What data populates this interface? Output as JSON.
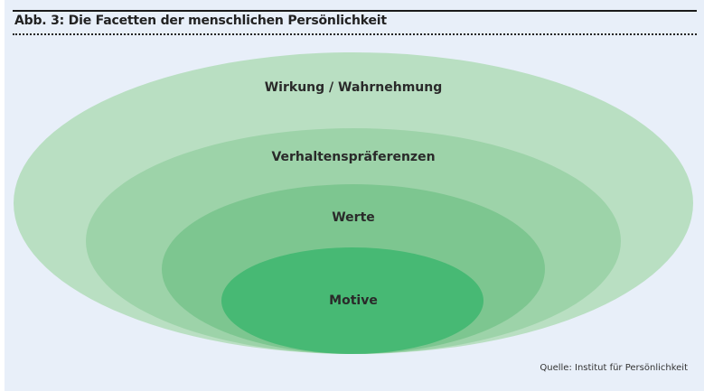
{
  "title": "Abb. 3: Die Facetten der menschlichen Persönlichkeit",
  "layers": [
    {
      "label": "Wirkung / Wahrnehmung",
      "color": "#b9dfc2"
    },
    {
      "label": "Verhaltenspräferenzen",
      "color": "#9dd3a9"
    },
    {
      "label": "Werte",
      "color": "#7dc690"
    },
    {
      "label": "Motive",
      "color": "#47b974"
    }
  ],
  "source": "Quelle: Institut für Persönlichkeit"
}
